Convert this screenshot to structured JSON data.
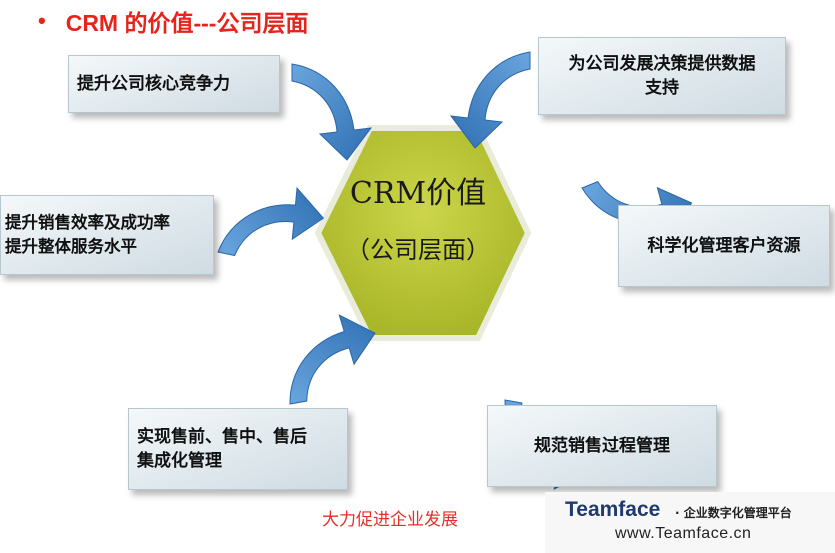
{
  "title": {
    "bullet": "•",
    "text": "CRM 的价值---公司层面"
  },
  "center": {
    "line1": "CRM价值",
    "line2": "（公司层面）"
  },
  "boxes": {
    "core_competitiveness": "提升公司核心竞争力",
    "decision_support_line1": "为公司发展决策提供数据",
    "decision_support_line2": "支持",
    "sales_efficiency_line1": "提升销售效率及成功率",
    "sales_efficiency_line2": "提升整体服务水平",
    "customer_resources": "科学化管理客户资源",
    "integrated_sales_line1": "实现售前、售中、售后",
    "integrated_sales_line2": "集成化管理",
    "sales_process": "规范销售过程管理"
  },
  "footer": "大力促进企业发展",
  "brand": {
    "name": "Teamface",
    "tagline": "· 企业数字化管理平台",
    "url": "www.Teamface.cn"
  },
  "colors": {
    "title": "#e8231c",
    "hexagon_fill": "#b4c230",
    "hexagon_stroke": "#e9ecda",
    "arrow": "#3f85c8",
    "footer_text": "#e0312a",
    "brand": "#1f3a6e"
  }
}
